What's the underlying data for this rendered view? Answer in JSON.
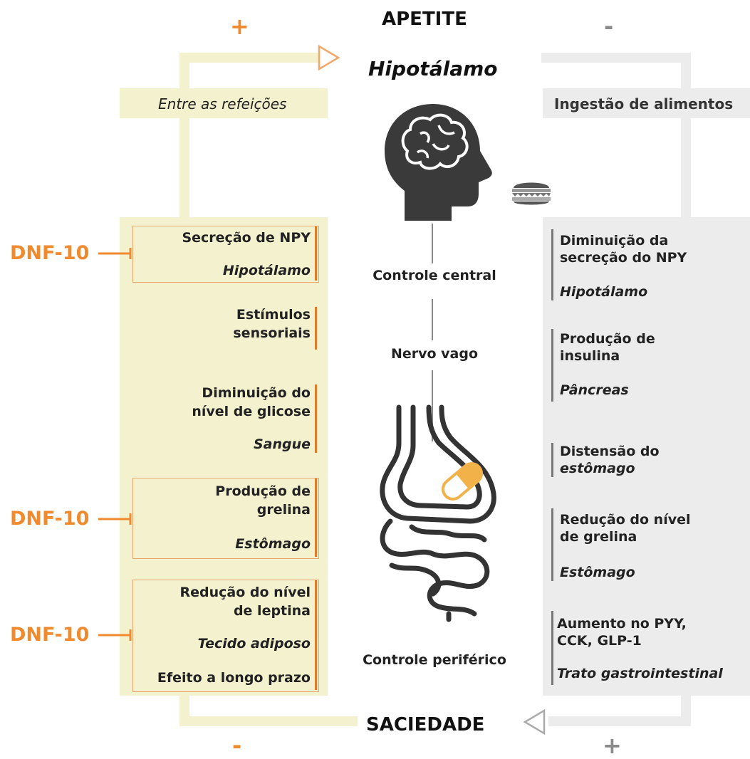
{
  "header": {
    "title": "APETITE",
    "subtitle": "Hipotálamo",
    "plus_left": "+",
    "minus_right": "-",
    "bottom_title": "SACIEDADE",
    "minus_left": "-",
    "plus_right": "+"
  },
  "left": {
    "header": "Entre as refeições",
    "items": [
      {
        "line1": "Secreção de NPY",
        "line2": "",
        "source": "Hipotálamo"
      },
      {
        "line1": "Estímulos",
        "line2": "sensoriais",
        "source": ""
      },
      {
        "line1": "Diminuição do",
        "line2": "nível de glicose",
        "source": "Sangue"
      },
      {
        "line1": "Produção de",
        "line2": "grelina",
        "source": "Estômago"
      },
      {
        "line1": "Redução do nível",
        "line2": "de leptina",
        "source": "Tecido adiposo",
        "extra": "Efeito a longo prazo"
      }
    ],
    "dnf_labels": [
      "DNF-10",
      "DNF-10",
      "DNF-10"
    ]
  },
  "center": {
    "central": "Controle central",
    "vagus": "Nervo vago",
    "peripheral": "Controle periférico"
  },
  "right": {
    "header": "Ingestão de alimentos",
    "items": [
      {
        "line1": "Diminuição da",
        "line2": "secreção do NPY",
        "source": "Hipotálamo"
      },
      {
        "line1": "Produção de",
        "line2": "insulina",
        "source": "Pâncreas"
      },
      {
        "line1": "Distensão do",
        "line2": "estômago",
        "source": ""
      },
      {
        "line1": "Redução do nível",
        "line2": "de grelina",
        "source": "Estômago"
      },
      {
        "line1": "Aumento no PYY,",
        "line2": "CCK, GLP-1",
        "source": "Trato gastrointestinal"
      }
    ]
  },
  "colors": {
    "accent": "#f08a2e",
    "left_band": "#f4f1cf",
    "right_band": "#ececec"
  }
}
